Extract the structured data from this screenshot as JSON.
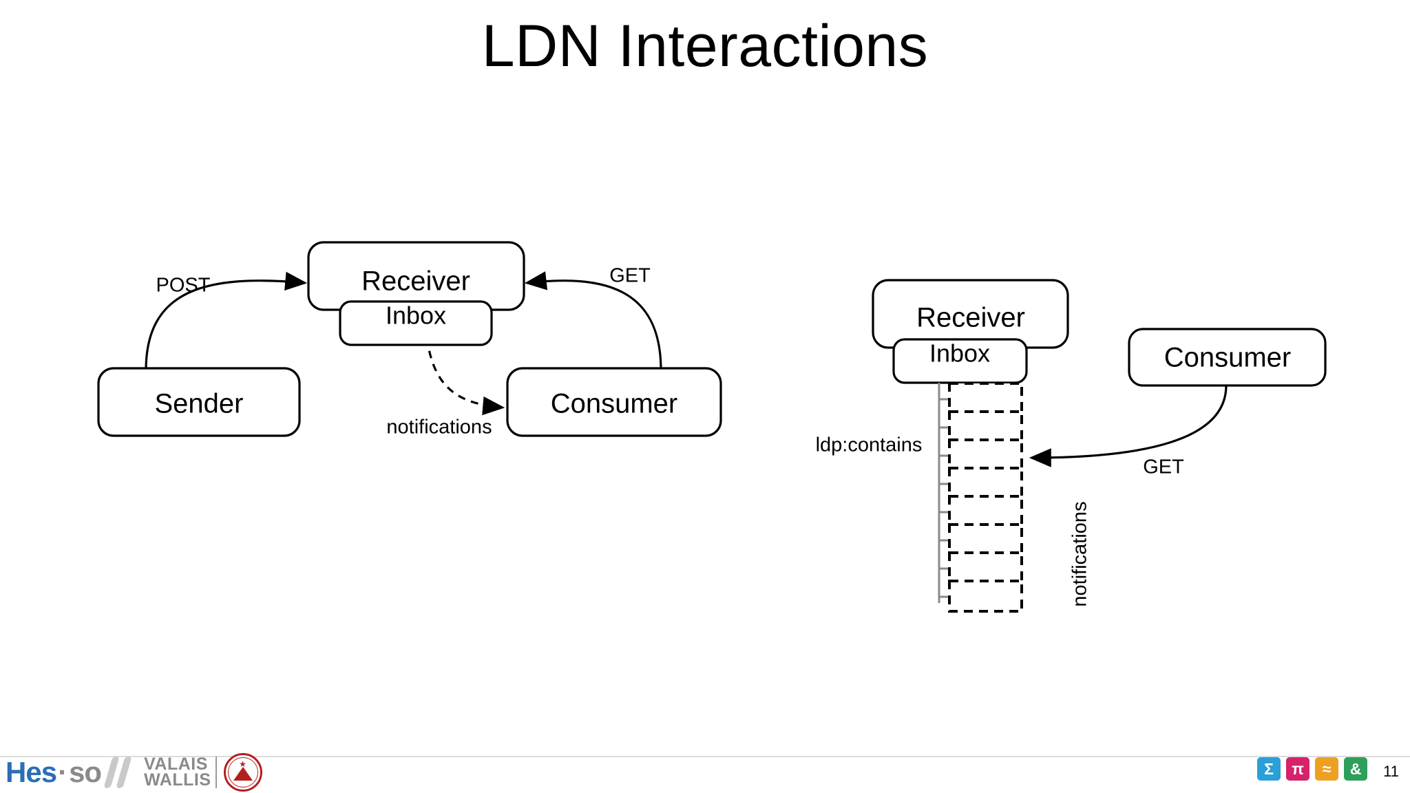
{
  "slide": {
    "title": "LDN Interactions",
    "page_number": "11"
  },
  "diagram_left": {
    "nodes": {
      "sender": "Sender",
      "receiver": "Receiver",
      "inbox": "Inbox",
      "consumer": "Consumer"
    },
    "edges": {
      "post": "POST",
      "get": "GET",
      "notifications": "notifications"
    }
  },
  "diagram_right": {
    "nodes": {
      "receiver": "Receiver",
      "inbox": "Inbox",
      "consumer": "Consumer"
    },
    "edges": {
      "contains": "ldp:contains",
      "get": "GET",
      "notifications": "notifications"
    },
    "notification_items_count": 8
  },
  "footer": {
    "logo": {
      "hes": "Hes",
      "separator": "·",
      "so": "so",
      "valais": "VALAIS",
      "wallis": "WALLIS",
      "seal_label": "Valais excellence"
    },
    "badges": [
      {
        "glyph": "Σ",
        "name": "sigma-badge",
        "color": "#2a9fd8"
      },
      {
        "glyph": "π",
        "name": "pi-badge",
        "color": "#d6216b"
      },
      {
        "glyph": "≈",
        "name": "approx-badge",
        "color": "#eda022"
      },
      {
        "glyph": "&",
        "name": "ampersand-badge",
        "color": "#2e9e5b"
      }
    ]
  },
  "colors": {
    "stroke": "#000000",
    "tree_line": "#8a8a8a",
    "logo_blue": "#2a6eb5",
    "logo_grey": "#8a8a8a",
    "seal_red": "#b3201f"
  }
}
